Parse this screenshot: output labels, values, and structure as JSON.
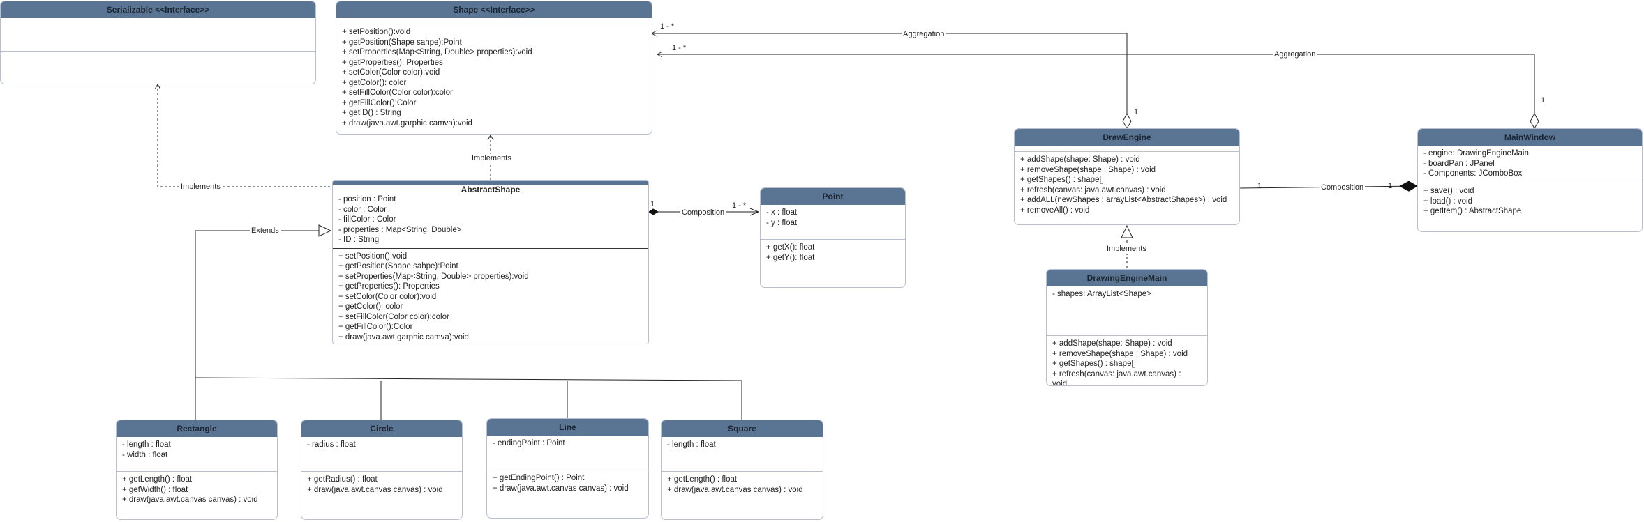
{
  "classes": {
    "serializable": {
      "name": "Serializable <<Interface>>",
      "attributes": [],
      "methods": []
    },
    "shape": {
      "name": "Shape <<Interface>>",
      "attributes": [],
      "methods": [
        "+ setPosition():void",
        "+ getPosition(Shape sahpe):Point",
        "+ setProperties(Map<String, Double> properties):void",
        "+ getProperties(): Properties",
        "+ setColor(Color color):void",
        "+ getColor(): color",
        "+ setFillColor(Color color):color",
        "+ getFillColor():Color",
        "+ getID() : String",
        "+ draw(java.awt.garphic camva):void"
      ]
    },
    "abstract_shape": {
      "name": "AbstractShape",
      "attributes": [
        "- position : Point",
        "- color : Color",
        "- fillColor : Color",
        "- properties : Map<String, Double>",
        "- ID : String"
      ],
      "methods": [
        "+ setPosition():void",
        "+ getPosition(Shape sahpe):Point",
        "+ setProperties(Map<String, Double> properties):void",
        "+ getProperties(): Properties",
        "+ setColor(Color color):void",
        "+ getColor(): color",
        "+ setFillColor(Color color):color",
        "+ getFillColor():Color",
        "+ draw(java.awt.garphic camva):void"
      ]
    },
    "point": {
      "name": "Point",
      "attributes": [
        "- x : float",
        "- y : float"
      ],
      "methods": [
        "+ getX(): float",
        "+ getY(): float"
      ]
    },
    "draw_engine": {
      "name": "DrawEngine",
      "attributes": [],
      "methods": [
        "+ addShape(shape: Shape) : void",
        "+ removeShape(shape : Shape) : void",
        "+ getShapes() : shape[]",
        "+ refresh(canvas: java.awt.canvas) : void",
        "+ addALL(newShapes : arrayList<AbstractShapes>) : void",
        "+ removeAll() : void"
      ]
    },
    "main_window": {
      "name": "MainWindow",
      "attributes": [
        "- engine: DrawingEngineMain",
        "- boardPan : JPanel",
        "- Components: JComboBox"
      ],
      "methods": [
        "+ save() : void",
        "+ load() : void",
        "+ getItem() : AbstractShape"
      ]
    },
    "drawing_engine_main": {
      "name": "DrawingEngineMain",
      "attributes": [
        "- shapes: ArrayList<Shape>"
      ],
      "methods": [
        "+ addShape(shape: Shape) : void",
        "+ removeShape(shape : Shape) : void",
        "+ getShapes() : shape[]",
        "+ refresh(canvas: java.awt.canvas) :",
        "void"
      ]
    },
    "rectangle": {
      "name": "Rectangle",
      "attributes": [
        "- length : float",
        "- width : float"
      ],
      "methods": [
        "+ getLength() : float",
        "+ getWidth() : float",
        "+ draw(java.awt.canvas canvas) : void"
      ]
    },
    "circle": {
      "name": "Circle",
      "attributes": [
        "- radius : float"
      ],
      "methods": [
        "+ getRadius() : float",
        "+ draw(java.awt.canvas canvas) : void"
      ]
    },
    "line": {
      "name": "Line",
      "attributes": [
        "- endingPoint : Point"
      ],
      "methods": [
        "+ getEndingPoint() : Point",
        "+ draw(java.awt.canvas canvas) : void"
      ]
    },
    "square": {
      "name": "Square",
      "attributes": [
        "- length : float"
      ],
      "methods": [
        "+ getLength() : float",
        "+ draw(java.awt.canvas canvas) : void"
      ]
    }
  },
  "relations": {
    "aggregation_1": {
      "label": "Aggregation",
      "source_mult": "1",
      "target_mult": "1 - *"
    },
    "aggregation_2": {
      "label": "Aggregation",
      "source_mult": "1",
      "target_mult": "1 - *"
    },
    "implements_shape": {
      "label": "Implements"
    },
    "implements_serializable": {
      "label": "Implements"
    },
    "implements_engine": {
      "label": "Implements"
    },
    "extends": {
      "label": "Extends"
    },
    "composition_point": {
      "label": "Composition",
      "source_mult": "1",
      "target_mult": "1 - *"
    },
    "composition_window": {
      "label": "Composition",
      "source_mult": "1",
      "target_mult": "1"
    }
  },
  "colors": {
    "header": "#5a7594",
    "border": "#b9bfd0",
    "line": "#222222"
  }
}
